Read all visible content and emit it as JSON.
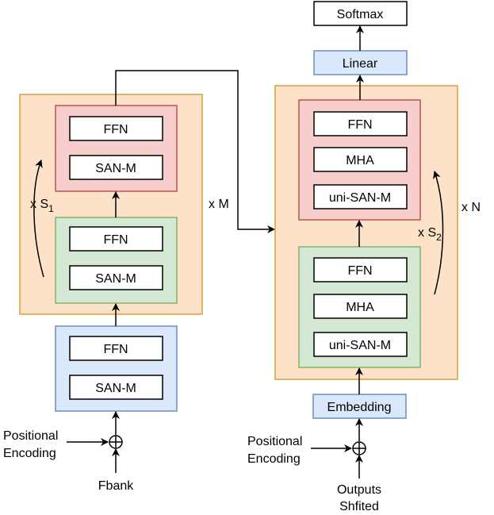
{
  "encoder": {
    "first_block": {
      "ffn": "FFN",
      "san": "SAN-M"
    },
    "middle_block": {
      "ffn": "FFN",
      "san": "SAN-M"
    },
    "top_block": {
      "ffn": "FFN",
      "san": "SAN-M"
    },
    "repeat_inner": {
      "prefix": "x S",
      "sub": "1"
    },
    "repeat_outer": "x M",
    "pos_encoding_line1": "Positional",
    "pos_encoding_line2": "Encoding",
    "input": "Fbank"
  },
  "decoder": {
    "output_top": "Softmax",
    "linear": "Linear",
    "top_block": {
      "ffn": "FFN",
      "mha": "MHA",
      "uni": "uni-SAN-M"
    },
    "bottom_block": {
      "ffn": "FFN",
      "mha": "MHA",
      "uni": "uni-SAN-M"
    },
    "repeat_inner": {
      "prefix": "x S",
      "sub": "2"
    },
    "repeat_outer": "x N",
    "embedding": "Embedding",
    "pos_encoding_line1": "Positional",
    "pos_encoding_line2": "Encoding",
    "input_line1": "Outputs",
    "input_line2": "Shfited"
  },
  "colors": {
    "outer_fill": "#fde2c9",
    "outer_stroke": "#d7a13a",
    "red_fill": "#f8cecc",
    "red_stroke": "#b85450",
    "green_fill": "#d5e8d4",
    "green_stroke": "#82b366",
    "blue_fill": "#dae8fc",
    "blue_stroke": "#6c8ebf"
  }
}
